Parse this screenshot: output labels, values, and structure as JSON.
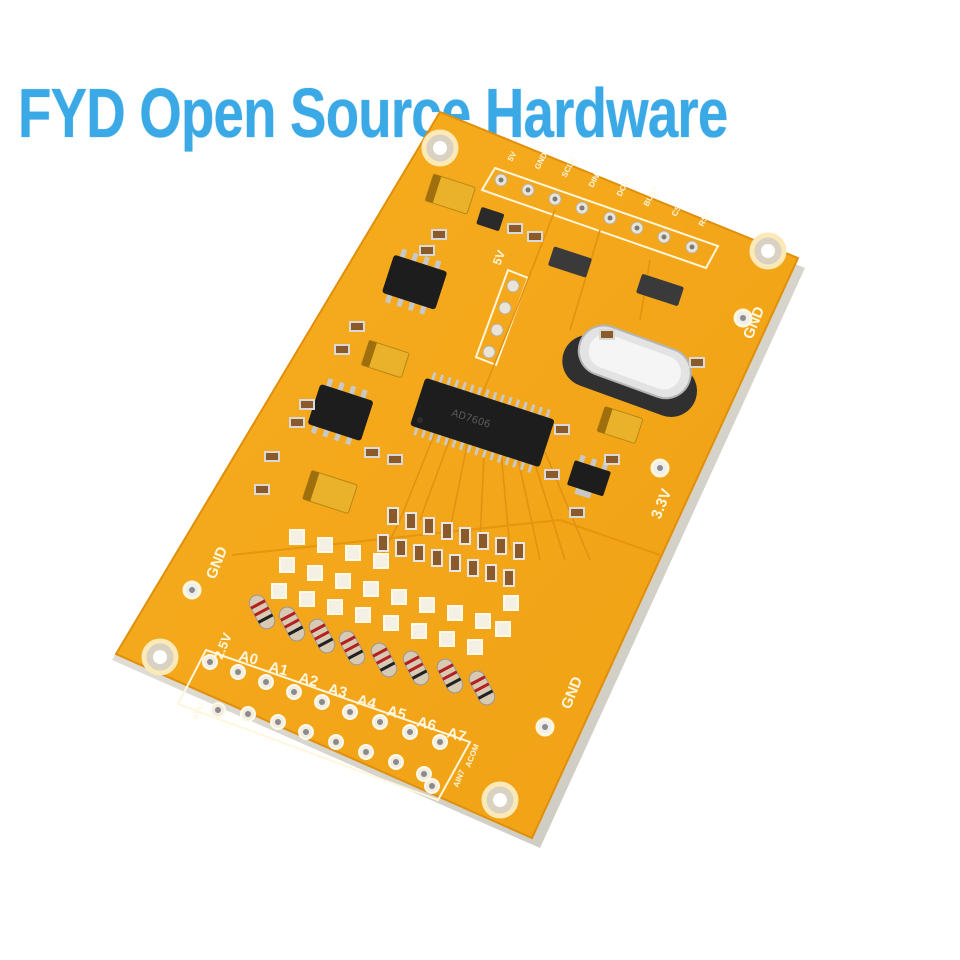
{
  "brand": {
    "text": "FYD Open Source Hardware",
    "color": "#3aa9e6"
  },
  "board": {
    "pcb_color": "#f4a417",
    "silkscreen_color": "#fff7df",
    "header_labels": [
      "5V",
      "GND",
      "SCLK",
      "DIN",
      "DOUT",
      "BUSY",
      "CS",
      "RST"
    ],
    "channel_labels": [
      "A0",
      "A1",
      "A2",
      "A3",
      "A4",
      "A5",
      "A6",
      "A7"
    ],
    "power_labels": {
      "v5": "5V",
      "v33": "3.3V",
      "v25": "2.5V"
    },
    "gnd_labels": [
      "GND",
      "GND",
      "GND"
    ],
    "bottom_labels": {
      "ain_left": "AIN1",
      "ain_right": "AIN7",
      "acom": "ACOM"
    }
  }
}
